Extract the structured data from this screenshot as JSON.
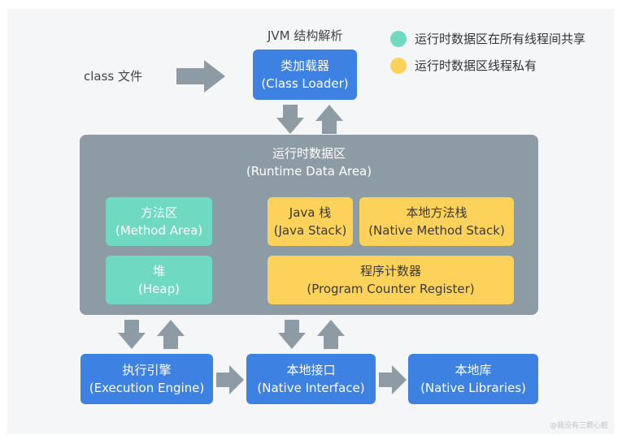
{
  "title": "JVM 结构解析",
  "class_file_label": "class 文件",
  "legend": [
    {
      "text": "运行时数据区在所有线程间共享",
      "color": "#6fd9c2"
    },
    {
      "text": "运行时数据区线程私有",
      "color": "#fcd25a"
    }
  ],
  "class_loader": {
    "zh": "类加载器",
    "en": "(Class Loader)"
  },
  "runtime_area": {
    "zh": "运行时数据区",
    "en": "(Runtime Data Area)"
  },
  "method_area": {
    "zh": "方法区",
    "en": "(Method Area)"
  },
  "heap": {
    "zh": "堆",
    "en": "(Heap)"
  },
  "java_stack": {
    "zh": "Java 栈",
    "en": "(Java Stack)"
  },
  "native_method_stack": {
    "zh": "本地方法栈",
    "en": "(Native Method Stack)"
  },
  "program_counter": {
    "zh": "程序计数器",
    "en": "(Program Counter Register)"
  },
  "execution_engine": {
    "zh": "执行引擎",
    "en": "(Execution Engine)"
  },
  "native_interface": {
    "zh": "本地接口",
    "en": "(Native Interface)"
  },
  "native_libraries": {
    "zh": "本地库",
    "en": "(Native Libraries)"
  },
  "watermark": "@我没有三颗心脏",
  "colors": {
    "blue": "#3d82e3",
    "teal": "#6fd9c2",
    "yellow": "#fcd25a",
    "gray": "#8d9ca4",
    "arrow": "#8d9ca4"
  }
}
